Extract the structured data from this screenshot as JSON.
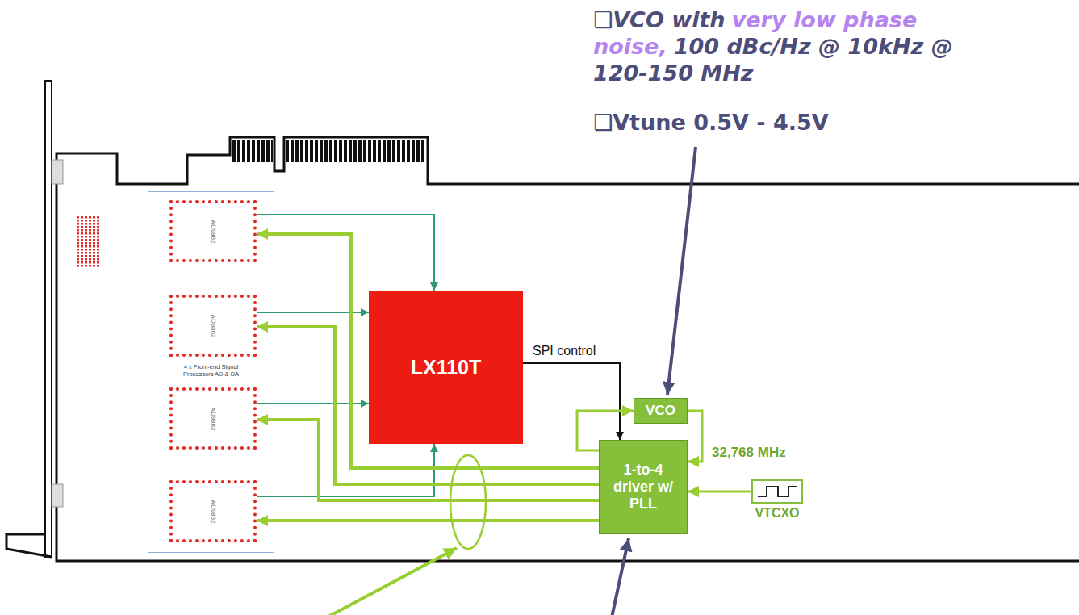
{
  "diagram": {
    "nodes": [
      {
        "text": [
          "4 x Front-end Signal Processors AD & DA"
        ]
      },
      {
        "text": [
          "AD9862"
        ],
        "in": 0
      },
      {
        "text": [
          "AD9862"
        ],
        "in": 0
      },
      {
        "text": [
          "AD9862"
        ],
        "in": 0
      },
      {
        "text": [
          "AD9862"
        ],
        "in": 0
      },
      {
        "text": [
          "LX110T"
        ]
      },
      {
        "text": [
          "VCO"
        ]
      },
      {
        "text": [
          "1-to-4 driver w/ PLL"
        ]
      },
      {
        "text": [
          "VTCXO"
        ]
      }
    ],
    "edges": [
      {
        "from": 1,
        "to": 5,
        "arrow": "to"
      },
      {
        "from": 2,
        "to": 5,
        "arrow": "to"
      },
      {
        "from": 3,
        "to": 5,
        "arrow": "to"
      },
      {
        "from": 4,
        "to": 5,
        "arrow": "to"
      },
      {
        "from": 5,
        "to": 7,
        "label": "SPI control",
        "arrow": "to"
      },
      {
        "from": 7,
        "to": 6,
        "arrow": "to"
      },
      {
        "from": 6,
        "to": 7,
        "arrow": "to"
      },
      {
        "from": 8,
        "to": 7,
        "arrow": "to"
      },
      {
        "from": 7,
        "to": 1,
        "arrow": "to"
      },
      {
        "from": 7,
        "to": 2,
        "arrow": "to"
      },
      {
        "from": 7,
        "to": 3,
        "arrow": "to"
      },
      {
        "from": 7,
        "to": 4,
        "arrow": "to"
      }
    ],
    "labels": [
      "❑VCO with",
      "very low phase noise,",
      "100 dBc/Hz @ 10kHz @ 120-150 MHz",
      "❑Vtune 0.5V - 4.5V",
      "32,768 MHz"
    ]
  }
}
